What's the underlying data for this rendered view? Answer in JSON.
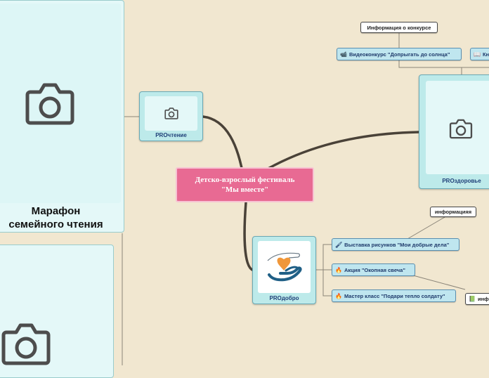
{
  "root": {
    "line1": "Детско-взрослый фестиваль",
    "line2": "\"Мы вместе\""
  },
  "marathon": {
    "line1": "Марафон",
    "line2": "семейного чтения"
  },
  "pro_reading": {
    "label": "PROчтение",
    "icon": "camera-icon"
  },
  "pro_health": {
    "label": "PROздоровье",
    "icon": "camera-icon"
  },
  "pro_kindness": {
    "label": "PROдобро",
    "icon": "hands-heart-icon"
  },
  "contest_info": {
    "label": "Информация о конкурсе"
  },
  "video_contest": {
    "label": "Видеоконкурс \"Допрыгать до солнца\"",
    "icon": "video-camera-icon"
  },
  "partial_chip": {
    "label": "Кн",
    "icon": "book-icon"
  },
  "info_note": {
    "label": "информацияя"
  },
  "info_partial": {
    "label": "инф",
    "icon": "green-book-icon"
  },
  "kindness_items": [
    {
      "label": "Выставка рисунков \"Мои добрые дела\"",
      "icon": "paintbrush-icon"
    },
    {
      "label": "Акция \"Окопная свеча\"",
      "icon": "fire-icon"
    },
    {
      "label": "Мастер класс \"Подари тепло солдату\"",
      "icon": "fire-icon"
    }
  ],
  "colors": {
    "background": "#f1e7d0",
    "root": "#e86a93",
    "card": "#bdeaea",
    "chip": "#bfe6ef",
    "connector": "#4a4238"
  }
}
